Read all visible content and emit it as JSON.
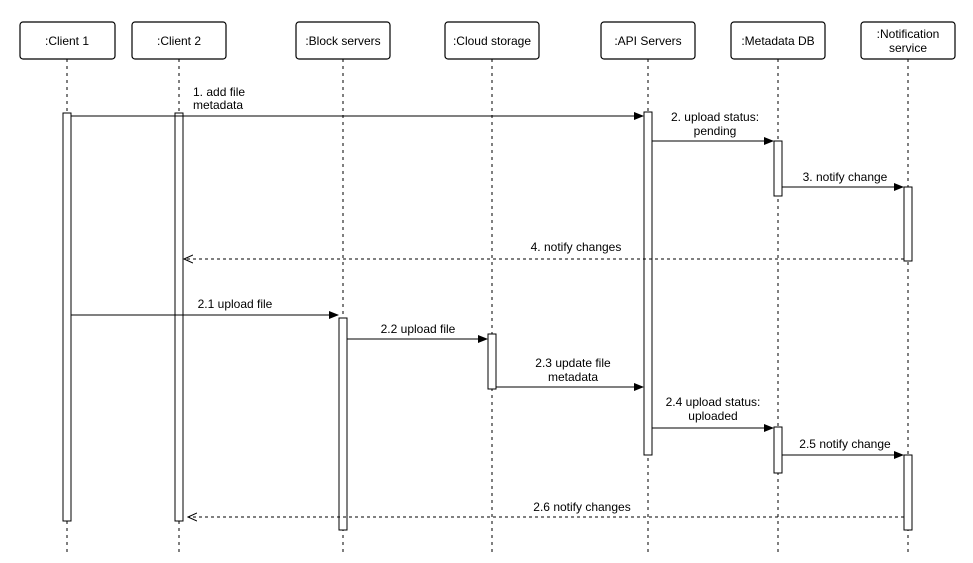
{
  "participants": [
    {
      "label": ":Client 1"
    },
    {
      "label": ":Client 2"
    },
    {
      "label": ":Block servers"
    },
    {
      "label": ":Cloud storage"
    },
    {
      "label": ":API Servers"
    },
    {
      "label": ":Metadata DB"
    },
    {
      "label_line1": ":Notification",
      "label_line2": "service"
    }
  ],
  "messages": [
    {
      "line1": "1. add file",
      "line2": "metadata"
    },
    {
      "line1": "2. upload status:",
      "line2": "pending"
    },
    {
      "line1": "3. notify change"
    },
    {
      "line1": "4. notify changes"
    },
    {
      "line1": "2.1 upload file"
    },
    {
      "line1": "2.2 upload file"
    },
    {
      "line1": "2.3 update file",
      "line2": "metadata"
    },
    {
      "line1": "2.4 upload status:",
      "line2": "uploaded"
    },
    {
      "line1": "2.5 notify change"
    },
    {
      "line1": "2.6 notify changes"
    }
  ]
}
